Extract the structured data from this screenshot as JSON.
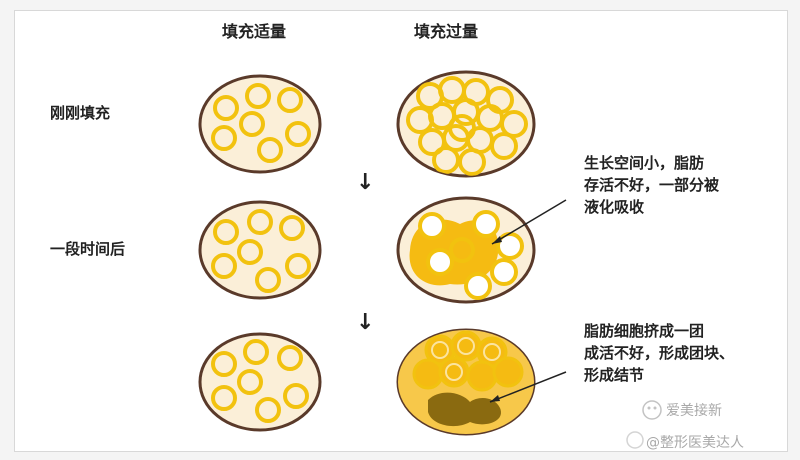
{
  "columns": {
    "proper_fill": "填充适量",
    "over_fill": "填充过量"
  },
  "rows": {
    "just_filled": "刚刚填充",
    "after_time": "一段时间后"
  },
  "arrows": {
    "down": "↓"
  },
  "notes": {
    "note1_line1": "生长空间小，脂肪",
    "note1_line2": "存活不好，一部分被",
    "note1_line3": "液化吸收",
    "note2_line1": "脂肪细胞挤成一团",
    "note2_line2": "成活不好，形成团块、",
    "note2_line3": "形成结节"
  },
  "watermarks": {
    "brand": "爱美接新",
    "account": "@整形医美达人"
  },
  "colors": {
    "capsule_fill": "#fbefd8",
    "capsule_stroke": "#5a3a2a",
    "cell_ring": "#f2c20f",
    "cell_inner": "#ffffff",
    "merged": "#f5bb12",
    "nodule": "#8a6a10"
  }
}
